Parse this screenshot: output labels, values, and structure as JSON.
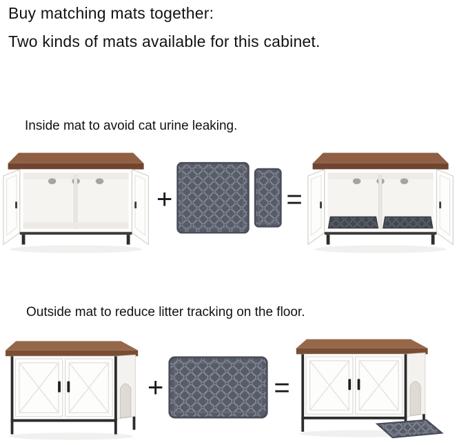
{
  "header": {
    "line1": "Buy matching mats together:",
    "line2": "Two kinds of mats available for this cabinet."
  },
  "sections": [
    {
      "id": "inside-mat",
      "caption": "Inside mat to avoid cat urine leaking.",
      "operator_plus": "+",
      "operator_equals": "=",
      "left_image": "open-door litter cabinet with empty interior",
      "middle_image": "large square inside mat with small companion mat",
      "right_image": "open cabinet with inside mats lining the bottom"
    },
    {
      "id": "outside-mat",
      "caption": "Outside mat to reduce litter tracking on the floor.",
      "operator_plus": "+",
      "operator_equals": "=",
      "left_image": "closed barn-door cabinet with arched side cat entry",
      "middle_image": "rectangular outside litter mat",
      "right_image": "closed cabinet with outside mat on the floor by the entry"
    }
  ],
  "colors": {
    "background": "#ffffff",
    "text": "#141414",
    "wood_top": "#8f5e43",
    "cabinet_body": "#ffffff",
    "mat_base": "#575c68",
    "mat_pattern": "#868b98",
    "metal_frame": "#2c2c2c"
  }
}
